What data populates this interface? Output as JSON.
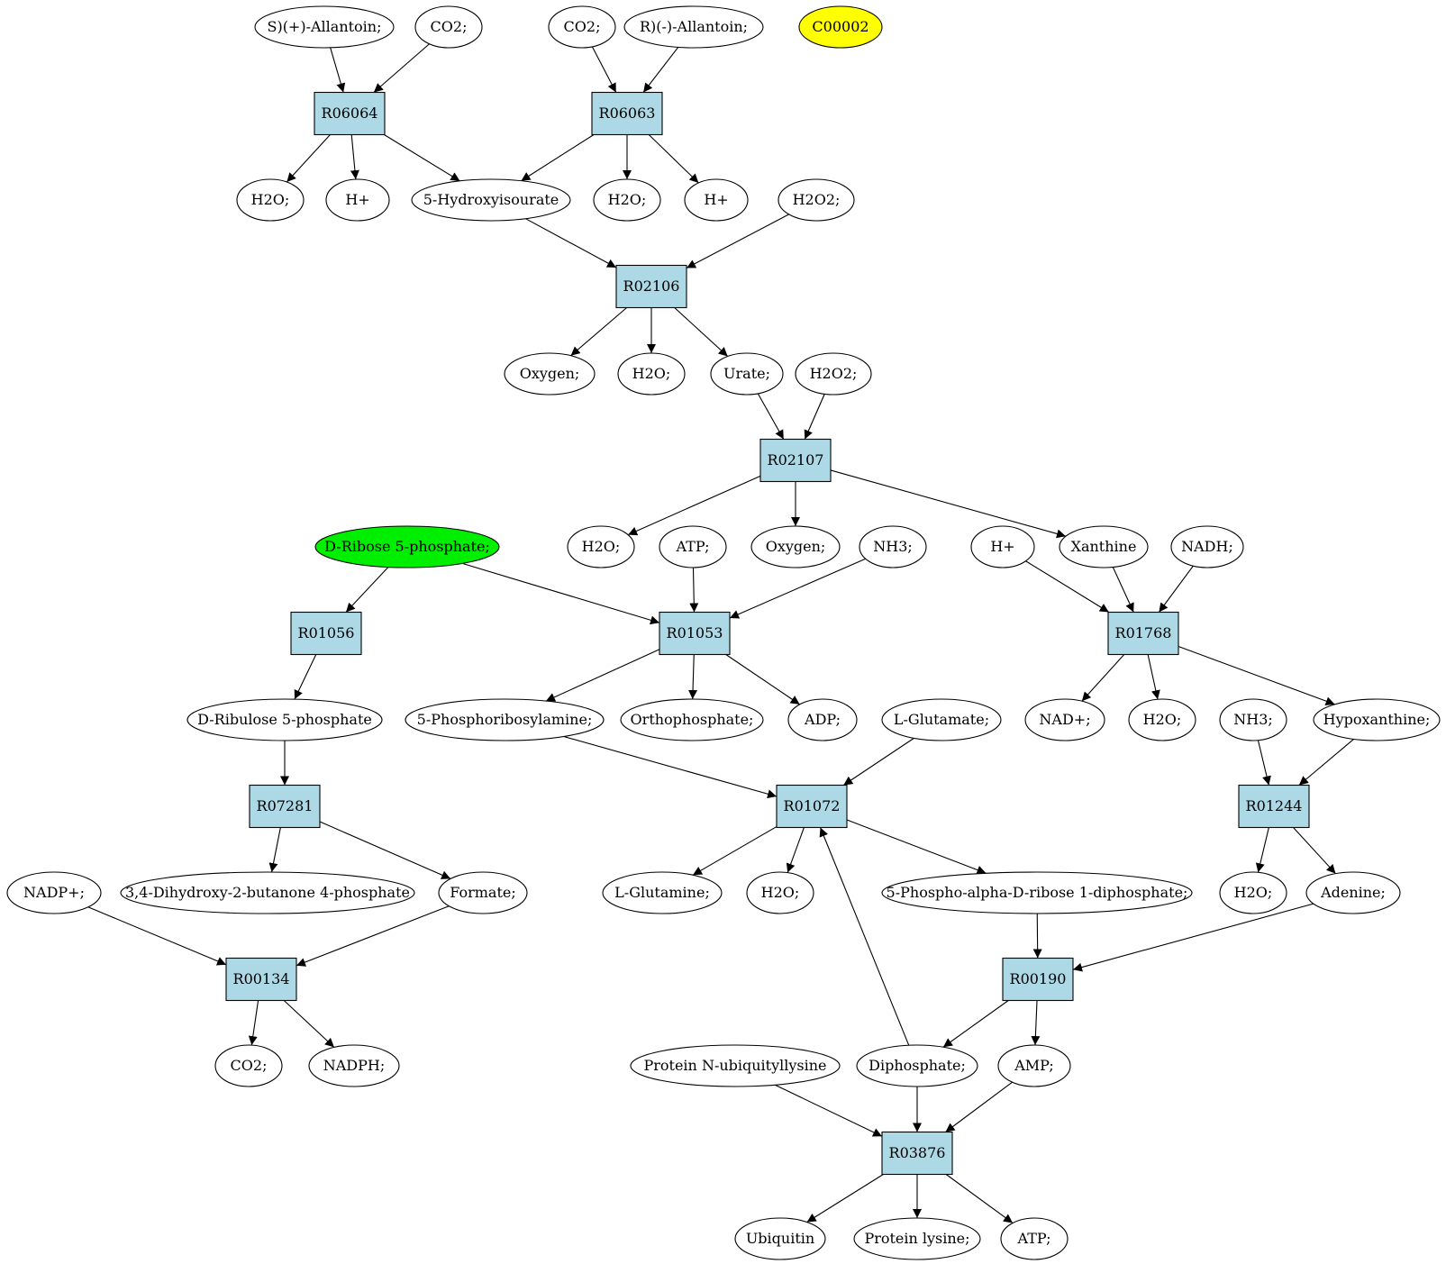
{
  "colors": {
    "reaction_fill": "#add8e6",
    "compound_fill": "#ffffff",
    "highlight_yellow": "#ffff00",
    "highlight_green": "#00ee00",
    "stroke": "#000000"
  },
  "reactions": [
    {
      "id": "r06064",
      "label": "R06064"
    },
    {
      "id": "r06063",
      "label": "R06063"
    },
    {
      "id": "r02106",
      "label": "R02106"
    },
    {
      "id": "r02107",
      "label": "R02107"
    },
    {
      "id": "r01056",
      "label": "R01056"
    },
    {
      "id": "r01053",
      "label": "R01053"
    },
    {
      "id": "r01768",
      "label": "R01768"
    },
    {
      "id": "r07281",
      "label": "R07281"
    },
    {
      "id": "r01072",
      "label": "R01072"
    },
    {
      "id": "r01244",
      "label": "R01244"
    },
    {
      "id": "r00134",
      "label": "R00134"
    },
    {
      "id": "r00190",
      "label": "R00190"
    },
    {
      "id": "r03876",
      "label": "R03876"
    }
  ],
  "compounds": [
    {
      "id": "s_allantoin",
      "label": "S)(+)-Allantoin;"
    },
    {
      "id": "co2_a",
      "label": "CO2;"
    },
    {
      "id": "co2_b",
      "label": "CO2;"
    },
    {
      "id": "r_allantoin",
      "label": "R)(-)-Allantoin;"
    },
    {
      "id": "c00002",
      "label": "C00002",
      "fill": "highlight_yellow"
    },
    {
      "id": "h2o_a",
      "label": "H2O;"
    },
    {
      "id": "hplus_a",
      "label": "H+"
    },
    {
      "id": "hydroxyisourate",
      "label": "5-Hydroxyisourate"
    },
    {
      "id": "h2o_b",
      "label": "H2O;"
    },
    {
      "id": "hplus_b",
      "label": "H+"
    },
    {
      "id": "h2o2_a",
      "label": "H2O2;"
    },
    {
      "id": "oxygen_a",
      "label": "Oxygen;"
    },
    {
      "id": "h2o_c",
      "label": "H2O;"
    },
    {
      "id": "urate",
      "label": "Urate;"
    },
    {
      "id": "h2o2_b",
      "label": "H2O2;"
    },
    {
      "id": "ribose5p",
      "label": "D-Ribose 5-phosphate;",
      "fill": "highlight_green"
    },
    {
      "id": "h2o_d",
      "label": "H2O;"
    },
    {
      "id": "atp_a",
      "label": "ATP;"
    },
    {
      "id": "oxygen_b",
      "label": "Oxygen;"
    },
    {
      "id": "nh3_a",
      "label": "NH3;"
    },
    {
      "id": "hplus_c",
      "label": "H+"
    },
    {
      "id": "xanthine",
      "label": "Xanthine"
    },
    {
      "id": "nadh",
      "label": "NADH;"
    },
    {
      "id": "ribulose5p",
      "label": "D-Ribulose 5-phosphate"
    },
    {
      "id": "phosphoribosylamine",
      "label": "5-Phosphoribosylamine;"
    },
    {
      "id": "orthophosphate",
      "label": "Orthophosphate;"
    },
    {
      "id": "adp",
      "label": "ADP;"
    },
    {
      "id": "lglutamate",
      "label": "L-Glutamate;"
    },
    {
      "id": "nadplus",
      "label": "NAD+;"
    },
    {
      "id": "h2o_e",
      "label": "H2O;"
    },
    {
      "id": "nh3_b",
      "label": "NH3;"
    },
    {
      "id": "hypoxanthine",
      "label": "Hypoxanthine;"
    },
    {
      "id": "nadpplus",
      "label": "NADP+;"
    },
    {
      "id": "butanone",
      "label": "3,4-Dihydroxy-2-butanone 4-phosphate"
    },
    {
      "id": "formate",
      "label": "Formate;"
    },
    {
      "id": "lglutamine",
      "label": "L-Glutamine;"
    },
    {
      "id": "h2o_f",
      "label": "H2O;"
    },
    {
      "id": "prpp",
      "label": "5-Phospho-alpha-D-ribose 1-diphosphate;"
    },
    {
      "id": "h2o_g",
      "label": "H2O;"
    },
    {
      "id": "adenine",
      "label": "Adenine;"
    },
    {
      "id": "co2_c",
      "label": "CO2;"
    },
    {
      "id": "nadph",
      "label": "NADPH;"
    },
    {
      "id": "ubiquityllysine",
      "label": "Protein N-ubiquityllysine"
    },
    {
      "id": "diphosphate",
      "label": "Diphosphate;"
    },
    {
      "id": "amp",
      "label": "AMP;"
    },
    {
      "id": "ubiquitin",
      "label": "Ubiquitin"
    },
    {
      "id": "proteinlysine",
      "label": "Protein lysine;"
    },
    {
      "id": "atp_b",
      "label": "ATP;"
    }
  ],
  "edges": [
    [
      "s_allantoin",
      "r06064"
    ],
    [
      "co2_a",
      "r06064"
    ],
    [
      "r06064",
      "h2o_a"
    ],
    [
      "r06064",
      "hplus_a"
    ],
    [
      "r06064",
      "hydroxyisourate"
    ],
    [
      "co2_b",
      "r06063"
    ],
    [
      "r_allantoin",
      "r06063"
    ],
    [
      "r06063",
      "hydroxyisourate"
    ],
    [
      "r06063",
      "h2o_b"
    ],
    [
      "r06063",
      "hplus_b"
    ],
    [
      "hydroxyisourate",
      "r02106"
    ],
    [
      "h2o2_a",
      "r02106"
    ],
    [
      "r02106",
      "oxygen_a"
    ],
    [
      "r02106",
      "h2o_c"
    ],
    [
      "r02106",
      "urate"
    ],
    [
      "urate",
      "r02107"
    ],
    [
      "h2o2_b",
      "r02107"
    ],
    [
      "r02107",
      "h2o_d"
    ],
    [
      "r02107",
      "oxygen_b"
    ],
    [
      "r02107",
      "xanthine"
    ],
    [
      "ribose5p",
      "r01056"
    ],
    [
      "ribose5p",
      "r01053"
    ],
    [
      "atp_a",
      "r01053"
    ],
    [
      "nh3_a",
      "r01053"
    ],
    [
      "hplus_c",
      "r01768"
    ],
    [
      "xanthine",
      "r01768"
    ],
    [
      "nadh",
      "r01768"
    ],
    [
      "r01056",
      "ribulose5p"
    ],
    [
      "r01053",
      "phosphoribosylamine"
    ],
    [
      "r01053",
      "orthophosphate"
    ],
    [
      "r01053",
      "adp"
    ],
    [
      "r01768",
      "nadplus"
    ],
    [
      "r01768",
      "h2o_e"
    ],
    [
      "r01768",
      "hypoxanthine"
    ],
    [
      "ribulose5p",
      "r07281"
    ],
    [
      "phosphoribosylamine",
      "r01072"
    ],
    [
      "lglutamate",
      "r01072"
    ],
    [
      "nh3_b",
      "r01244"
    ],
    [
      "hypoxanthine",
      "r01244"
    ],
    [
      "r07281",
      "butanone"
    ],
    [
      "r07281",
      "formate"
    ],
    [
      "r01072",
      "lglutamine"
    ],
    [
      "r01072",
      "h2o_f"
    ],
    [
      "r01072",
      "prpp"
    ],
    [
      "r01244",
      "h2o_g"
    ],
    [
      "r01244",
      "adenine"
    ],
    [
      "nadpplus",
      "r00134"
    ],
    [
      "formate",
      "r00134"
    ],
    [
      "prpp",
      "r00190"
    ],
    [
      "adenine",
      "r00190"
    ],
    [
      "r00134",
      "co2_c"
    ],
    [
      "r00134",
      "nadph"
    ],
    [
      "r00190",
      "diphosphate"
    ],
    [
      "r00190",
      "amp"
    ],
    [
      "diphosphate",
      "r01072"
    ],
    [
      "ubiquityllysine",
      "r03876"
    ],
    [
      "diphosphate",
      "r03876"
    ],
    [
      "amp",
      "r03876"
    ],
    [
      "r03876",
      "ubiquitin"
    ],
    [
      "r03876",
      "proteinlysine"
    ],
    [
      "r03876",
      "atp_b"
    ]
  ]
}
